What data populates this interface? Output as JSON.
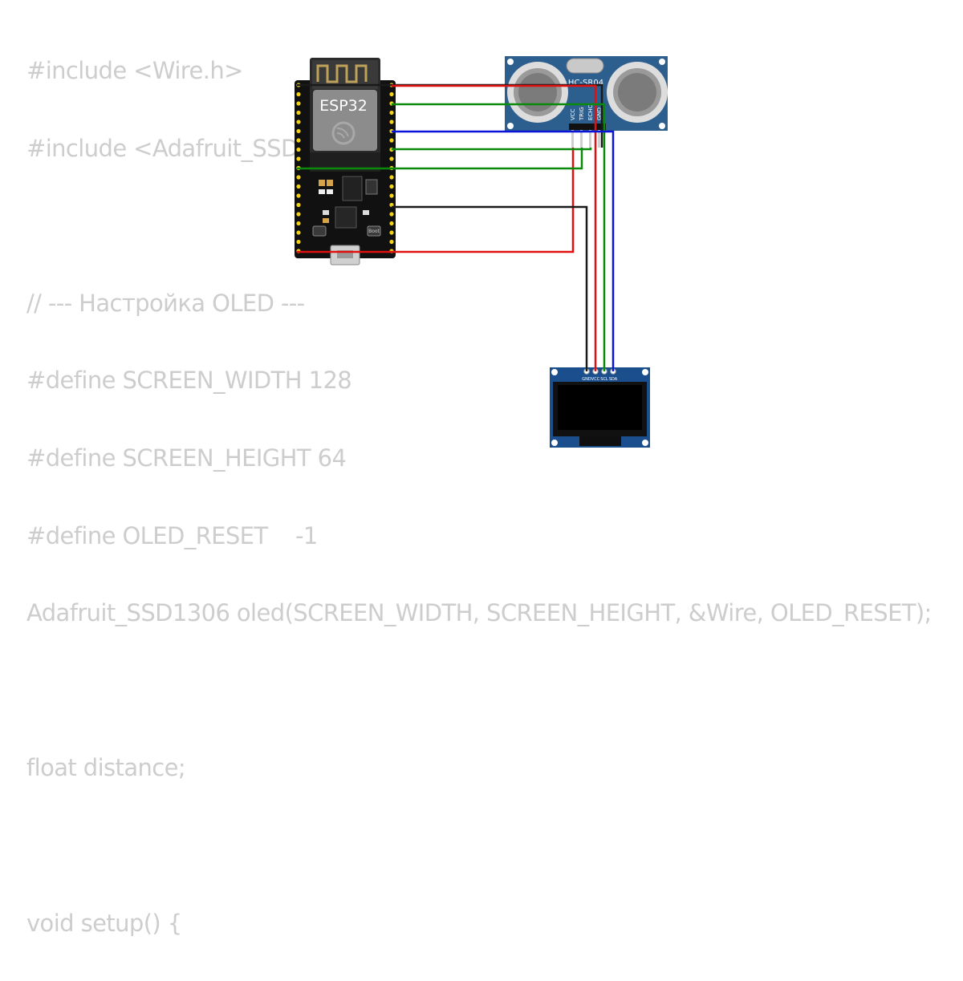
{
  "code_lines": [
    "#include <Wire.h>",
    "#include <Adafruit_SSD1306.h>",
    "",
    "// --- Настройка OLED ---",
    "#define SCREEN_WIDTH 128",
    "#define SCREEN_HEIGHT 64",
    "#define OLED_RESET    -1",
    "Adafruit_SSD1306 oled(SCREEN_WIDTH, SCREEN_HEIGHT, &Wire, OLED_RESET);",
    "",
    "float distance;",
    "",
    "void setup() {"
  ],
  "esp32": {
    "label": "ESP32",
    "boot_label": "Boot"
  },
  "sensor": {
    "label": "HC-SR04",
    "pins": [
      "VCC",
      "TRIG",
      "ECHO",
      "GND"
    ]
  },
  "oled": {
    "pins": [
      "GND",
      "VCC",
      "SCL",
      "SDA"
    ]
  },
  "wire_colors": {
    "black": "#1a1a1a",
    "red": "#e01010",
    "green": "#0a8a0a",
    "blue": "#0a14d8"
  }
}
